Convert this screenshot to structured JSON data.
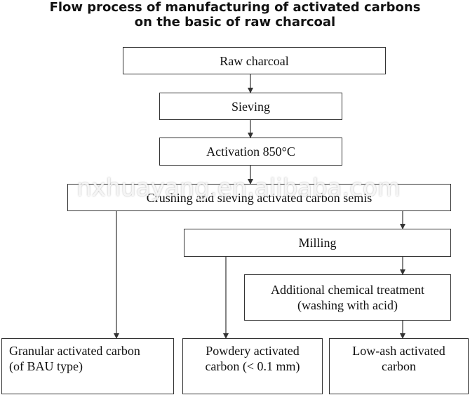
{
  "title": {
    "line1": "Flow process of manufacturing of activated carbons",
    "line2": "on the basic of raw charcoal"
  },
  "nodes": {
    "raw_charcoal": "Raw charcoal",
    "sieving": "Sieving",
    "activation": "Activation 850°C",
    "crushing": "Crushing and sieving activated carbon semis",
    "milling": "Milling",
    "chemical_line1": "Additional chemical treatment",
    "chemical_line2": "(washing with acid)",
    "granular_line1": "Granular activated carbon",
    "granular_line2": "(of BAU type)",
    "powdery_line1": "Powdery activated",
    "powdery_line2": "carbon (< 0.1 mm)",
    "lowash_line1": "Low-ash activated",
    "lowash_line2": "carbon"
  },
  "watermark": "nxhuayang.en.alibaba.com"
}
